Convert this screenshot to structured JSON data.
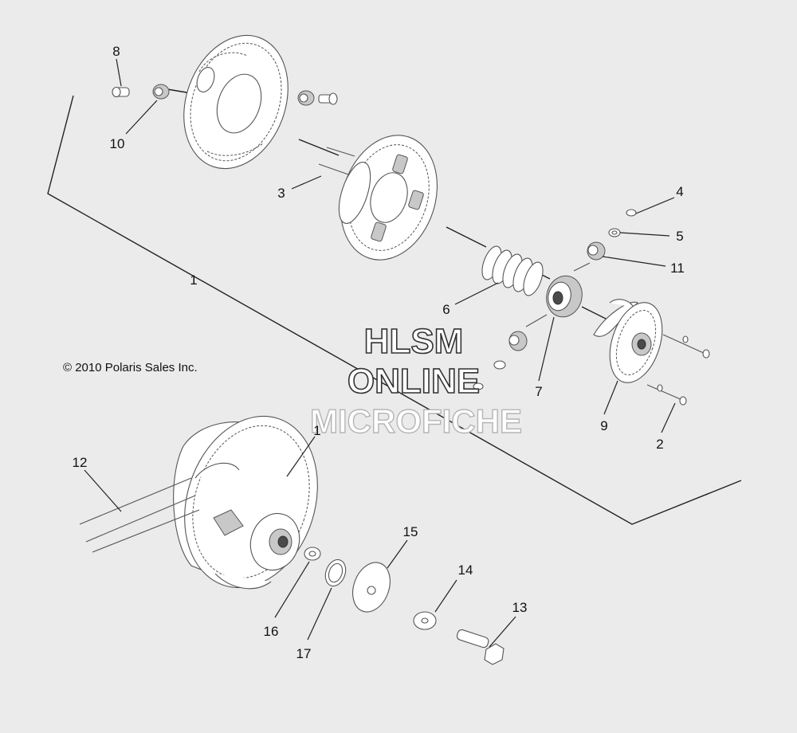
{
  "copyright": "© 2010 Polaris Sales Inc.",
  "watermark": {
    "line1": "HLSM",
    "line2": "ONLINE",
    "line3": "MICROFICHE"
  },
  "callouts": {
    "c1_top": "1",
    "c1_bottom": "1",
    "c2": "2",
    "c3": "3",
    "c4": "4",
    "c5": "5",
    "c6": "6",
    "c7": "7",
    "c8": "8",
    "c9": "9",
    "c10": "10",
    "c11": "11",
    "c12": "12",
    "c13": "13",
    "c14": "14",
    "c15": "15",
    "c16": "16",
    "c17": "17"
  },
  "colors": {
    "background": "#ebebeb",
    "line": "#222222",
    "part_stroke": "#555555"
  }
}
